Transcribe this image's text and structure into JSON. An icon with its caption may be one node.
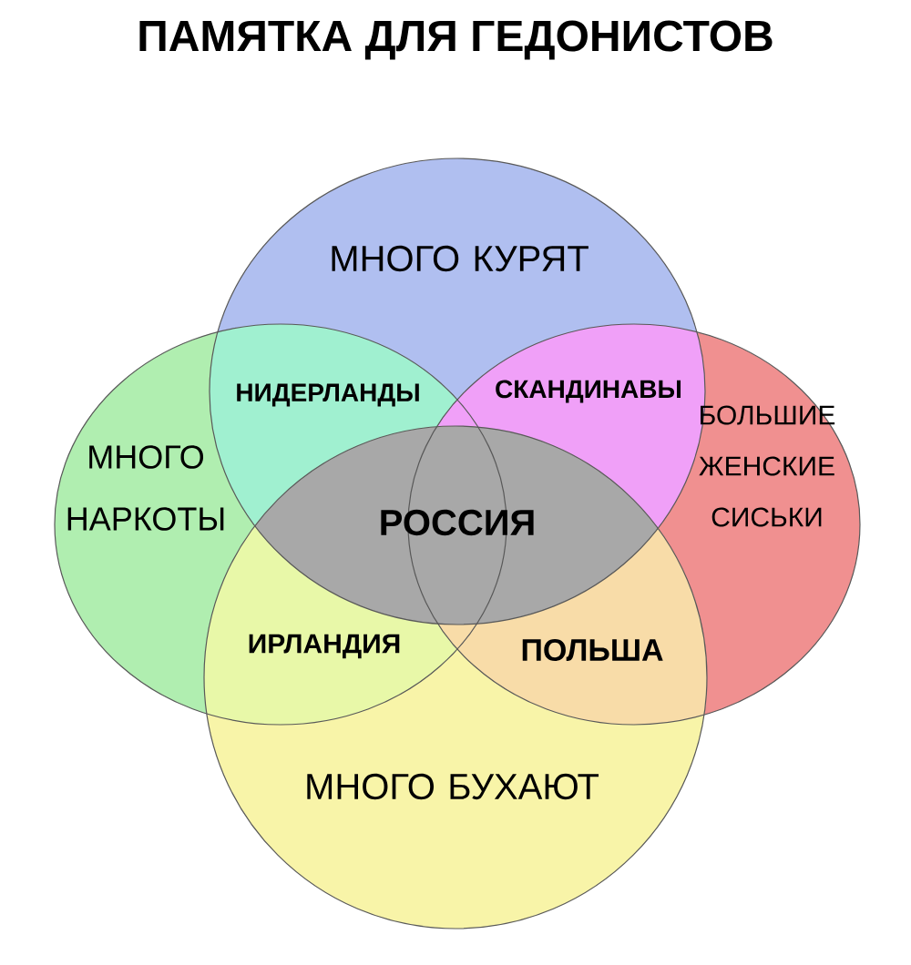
{
  "diagram": {
    "title": "ПАМЯТКА ДЛЯ ГЕДОНИСТОВ",
    "nodes": [
      {
        "text": [
          "МНОГО КУРЯТ"
        ]
      },
      {
        "text": [
          "МНОГО НАРКОТЫ"
        ]
      },
      {
        "text": [
          "БОЛЬШИЕ ЖЕНСКИЕ СИСЬКИ"
        ]
      },
      {
        "text": [
          "МНОГО БУХАЮТ"
        ]
      }
    ],
    "labels": [
      "НИДЕРЛАНДЫ",
      "СКАНДИНАВЫ",
      "РОССИЯ",
      "ИРЛАНДИЯ",
      "ПОЛЬША"
    ]
  }
}
